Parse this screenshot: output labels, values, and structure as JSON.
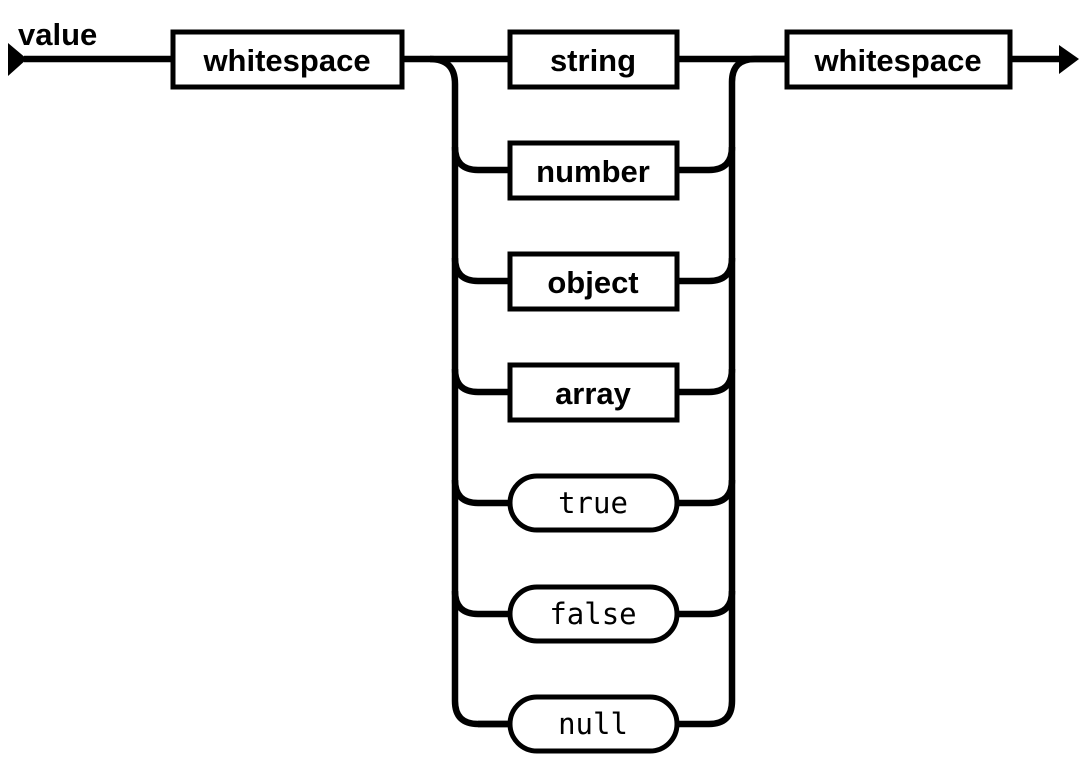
{
  "diagram": {
    "type": "railroad-syntax-diagram",
    "title": "value",
    "colors": {
      "line": "#000000",
      "background": "#ffffff",
      "box_fill": "#ffffff"
    },
    "icons": {
      "start": "railroad-start-arrow",
      "end": "railroad-end-arrow"
    },
    "entry_node": {
      "label": "whitespace",
      "kind": "nonterminal"
    },
    "branches": [
      {
        "label": "string",
        "kind": "nonterminal"
      },
      {
        "label": "number",
        "kind": "nonterminal"
      },
      {
        "label": "object",
        "kind": "nonterminal"
      },
      {
        "label": "array",
        "kind": "nonterminal"
      },
      {
        "label": "true",
        "kind": "terminal"
      },
      {
        "label": "false",
        "kind": "terminal"
      },
      {
        "label": "null",
        "kind": "terminal"
      }
    ],
    "exit_node": {
      "label": "whitespace",
      "kind": "nonterminal"
    }
  }
}
